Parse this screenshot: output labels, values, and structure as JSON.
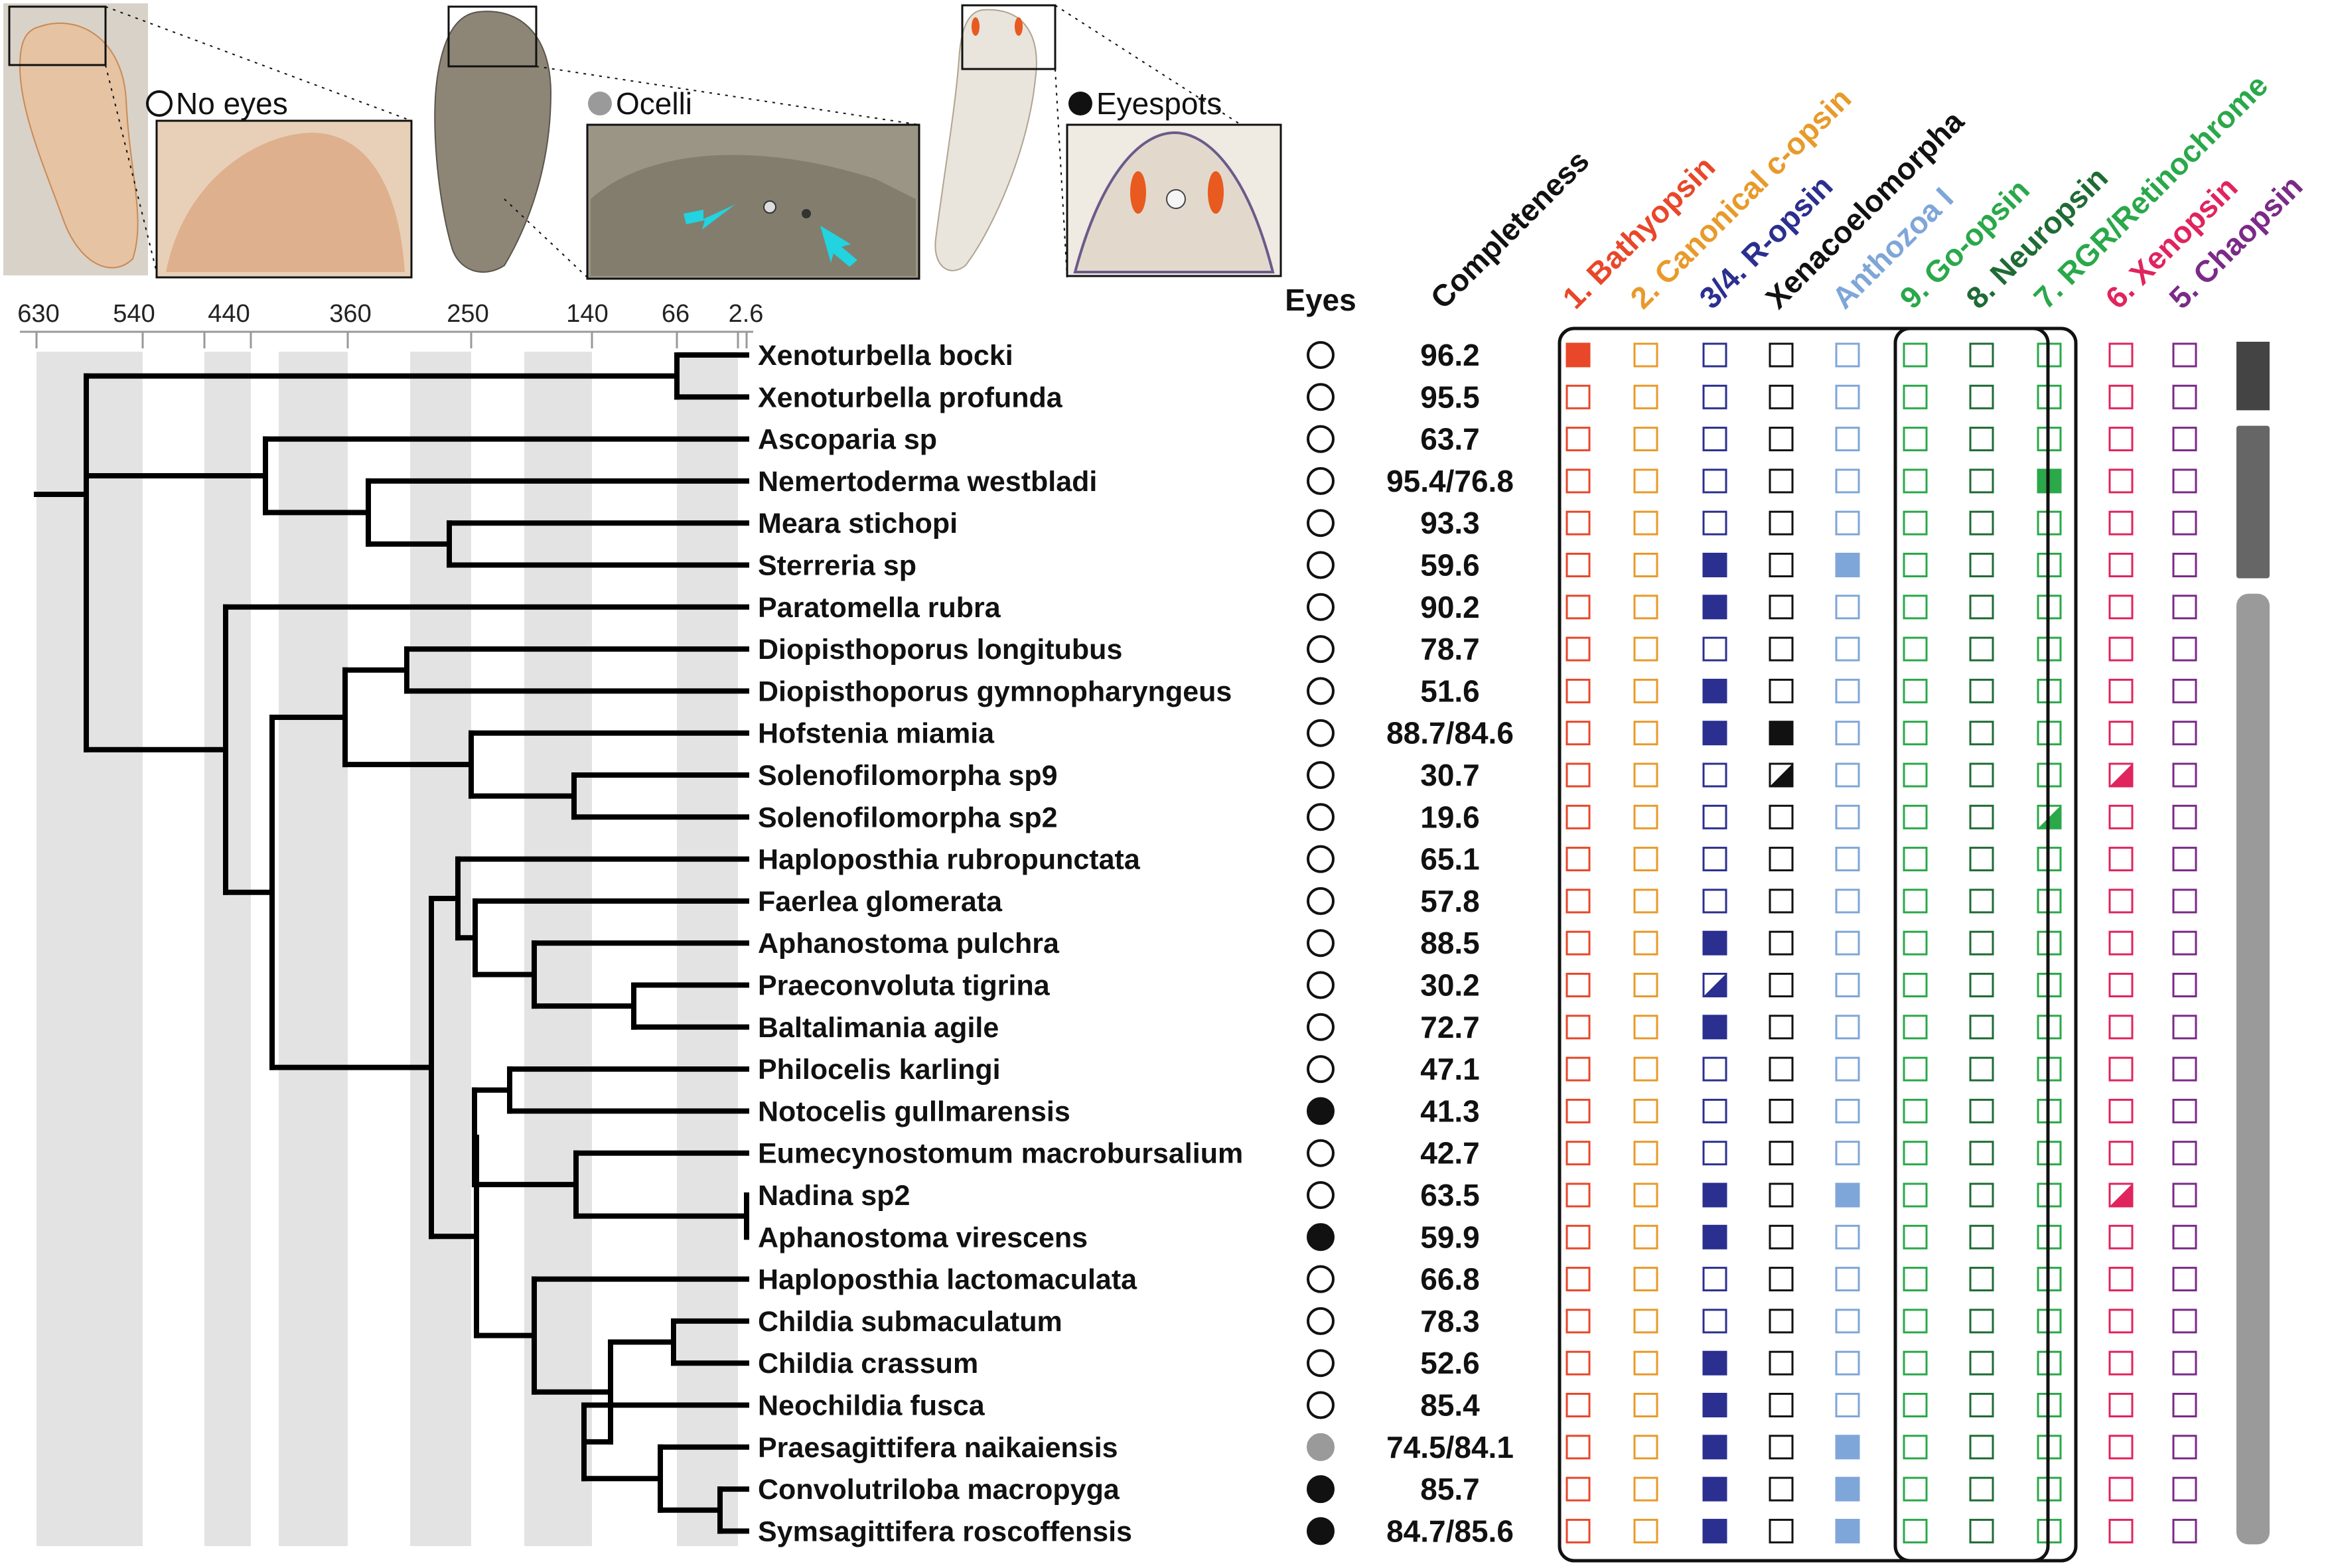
{
  "legend": {
    "no_eyes": "No eyes",
    "ocelli": "Ocelli",
    "eyespots": "Eyespots"
  },
  "time_axis": {
    "ticks": [
      "630",
      "540",
      "440",
      "360",
      "250",
      "140",
      "66",
      "2.6"
    ]
  },
  "headers": {
    "eyes": "Eyes",
    "completeness": "Completeness"
  },
  "opsin_columns": [
    {
      "label": "1. Bathyopsin",
      "color": "#e8472a"
    },
    {
      "label": "2. Canonical c-opsin",
      "color": "#e89a2a"
    },
    {
      "label": "3/4. R-opsin",
      "color": "#2b2f8f"
    },
    {
      "label": "Xenacoelomorpha",
      "color": "#111111"
    },
    {
      "label": "Anthozoa I",
      "color": "#7fa6d8"
    },
    {
      "label": "9. Go-opsin",
      "color": "#2aa84a"
    },
    {
      "label": "8. Neuropsin",
      "color": "#1f6b35"
    },
    {
      "label": "7. RGR/Retinochrome",
      "color": "#2aa84a"
    },
    {
      "label": "6. Xenopsin",
      "color": "#e0245e"
    },
    {
      "label": "5. Chaopsin",
      "color": "#7b2a88"
    }
  ],
  "taxa": [
    {
      "name": "Xenoturbella bocki",
      "eyes": "none",
      "completeness": "96.2",
      "opsins": [
        1,
        0,
        0,
        0,
        0,
        0,
        0,
        0,
        0,
        0
      ]
    },
    {
      "name": "Xenoturbella profunda",
      "eyes": "none",
      "completeness": "95.5",
      "opsins": [
        0,
        0,
        0,
        0,
        0,
        0,
        0,
        0,
        0,
        0
      ]
    },
    {
      "name": "Ascoparia sp",
      "eyes": "none",
      "completeness": "63.7",
      "opsins": [
        0,
        0,
        0,
        0,
        0,
        0,
        0,
        0,
        0,
        0
      ]
    },
    {
      "name": "Nemertoderma westbladi",
      "eyes": "none",
      "completeness": "95.4/76.8",
      "opsins": [
        0,
        0,
        0,
        0,
        0,
        0,
        0,
        1,
        0,
        0
      ]
    },
    {
      "name": "Meara stichopi",
      "eyes": "none",
      "completeness": "93.3",
      "opsins": [
        0,
        0,
        0,
        0,
        0,
        0,
        0,
        0,
        0,
        0
      ]
    },
    {
      "name": "Sterreria sp",
      "eyes": "none",
      "completeness": "59.6",
      "opsins": [
        0,
        0,
        1,
        0,
        1,
        0,
        0,
        0,
        0,
        0
      ]
    },
    {
      "name": "Paratomella rubra",
      "eyes": "none",
      "completeness": "90.2",
      "opsins": [
        0,
        0,
        1,
        0,
        0,
        0,
        0,
        0,
        0,
        0
      ]
    },
    {
      "name": "Diopisthoporus longitubus",
      "eyes": "none",
      "completeness": "78.7",
      "opsins": [
        0,
        0,
        0,
        0,
        0,
        0,
        0,
        0,
        0,
        0
      ]
    },
    {
      "name": "Diopisthoporus gymnopharyngeus",
      "eyes": "none",
      "completeness": "51.6",
      "opsins": [
        0,
        0,
        1,
        0,
        0,
        0,
        0,
        0,
        0,
        0
      ]
    },
    {
      "name": "Hofstenia miamia",
      "eyes": "none",
      "completeness": "88.7/84.6",
      "opsins": [
        0,
        0,
        1,
        1,
        0,
        0,
        0,
        0,
        0,
        0
      ]
    },
    {
      "name": "Solenofilomorpha sp9",
      "eyes": "none",
      "completeness": "30.7",
      "opsins": [
        0,
        0,
        0,
        0.5,
        0,
        0,
        0,
        0,
        0.5,
        0
      ]
    },
    {
      "name": "Solenofilomorpha sp2",
      "eyes": "none",
      "completeness": "19.6",
      "opsins": [
        0,
        0,
        0,
        0,
        0,
        0,
        0,
        0.5,
        0,
        0
      ]
    },
    {
      "name": "Haploposthia rubropunctata",
      "eyes": "none",
      "completeness": "65.1",
      "opsins": [
        0,
        0,
        0,
        0,
        0,
        0,
        0,
        0,
        0,
        0
      ]
    },
    {
      "name": "Faerlea glomerata",
      "eyes": "none",
      "completeness": "57.8",
      "opsins": [
        0,
        0,
        0,
        0,
        0,
        0,
        0,
        0,
        0,
        0
      ]
    },
    {
      "name": "Aphanostoma pulchra",
      "eyes": "none",
      "completeness": "88.5",
      "opsins": [
        0,
        0,
        1,
        0,
        0,
        0,
        0,
        0,
        0,
        0
      ]
    },
    {
      "name": "Praeconvoluta tigrina",
      "eyes": "none",
      "completeness": "30.2",
      "opsins": [
        0,
        0,
        0.5,
        0,
        0,
        0,
        0,
        0,
        0,
        0
      ]
    },
    {
      "name": "Baltalimania agile",
      "eyes": "none",
      "completeness": "72.7",
      "opsins": [
        0,
        0,
        1,
        0,
        0,
        0,
        0,
        0,
        0,
        0
      ]
    },
    {
      "name": "Philocelis karlingi",
      "eyes": "none",
      "completeness": "47.1",
      "opsins": [
        0,
        0,
        0,
        0,
        0,
        0,
        0,
        0,
        0,
        0
      ]
    },
    {
      "name": "Notocelis gullmarensis",
      "eyes": "eyespots",
      "completeness": "41.3",
      "opsins": [
        0,
        0,
        0,
        0,
        0,
        0,
        0,
        0,
        0,
        0
      ]
    },
    {
      "name": "Eumecynostomum macrobursalium",
      "eyes": "none",
      "completeness": "42.7",
      "opsins": [
        0,
        0,
        0,
        0,
        0,
        0,
        0,
        0,
        0,
        0
      ]
    },
    {
      "name": "Nadina sp2",
      "eyes": "none",
      "completeness": "63.5",
      "opsins": [
        0,
        0,
        1,
        0,
        1,
        0,
        0,
        0,
        0.5,
        0
      ]
    },
    {
      "name": "Aphanostoma virescens",
      "eyes": "eyespots",
      "completeness": "59.9",
      "opsins": [
        0,
        0,
        1,
        0,
        0,
        0,
        0,
        0,
        0,
        0
      ]
    },
    {
      "name": "Haploposthia lactomaculata",
      "eyes": "none",
      "completeness": "66.8",
      "opsins": [
        0,
        0,
        0,
        0,
        0,
        0,
        0,
        0,
        0,
        0
      ]
    },
    {
      "name": "Childia submaculatum",
      "eyes": "none",
      "completeness": "78.3",
      "opsins": [
        0,
        0,
        0,
        0,
        0,
        0,
        0,
        0,
        0,
        0
      ]
    },
    {
      "name": "Childia crassum",
      "eyes": "none",
      "completeness": "52.6",
      "opsins": [
        0,
        0,
        1,
        0,
        0,
        0,
        0,
        0,
        0,
        0
      ]
    },
    {
      "name": "Neochildia fusca",
      "eyes": "none",
      "completeness": "85.4",
      "opsins": [
        0,
        0,
        1,
        0,
        0,
        0,
        0,
        0,
        0,
        0
      ]
    },
    {
      "name": "Praesagittifera naikaiensis",
      "eyes": "ocelli",
      "completeness": "74.5/84.1",
      "opsins": [
        0,
        0,
        1,
        0,
        1,
        0,
        0,
        0,
        0,
        0
      ]
    },
    {
      "name": "Convolutriloba macropyga",
      "eyes": "eyespots",
      "completeness": "85.7",
      "opsins": [
        0,
        0,
        1,
        0,
        1,
        0,
        0,
        0,
        0,
        0
      ]
    },
    {
      "name": "Symsagittifera roscoffensis",
      "eyes": "eyespots",
      "completeness": "84.7/85.6",
      "opsins": [
        0,
        0,
        1,
        0,
        1,
        0,
        0,
        0,
        0,
        0
      ]
    }
  ],
  "colors": {
    "tree": "#000000",
    "time_band": "#e3e3e3",
    "eyes_none": "#ffffff",
    "eyes_ocelli": "#9a9a9a",
    "eyes_eyespots": "#111111",
    "clade_bar_xenoturbella": "#444444",
    "clade_bar_nemertodermatida": "#666666",
    "clade_bar_acoela": "#9a9a9a",
    "photo_tint": "#c98a55",
    "arrow": "#22d3e0"
  }
}
